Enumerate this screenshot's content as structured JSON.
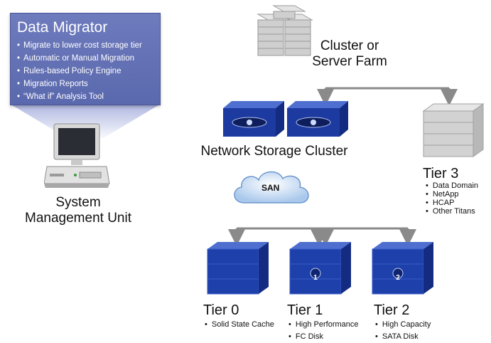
{
  "data_migrator": {
    "title": "Data Migrator",
    "features": [
      "Migrate to lower cost storage tier",
      "Automatic or Manual Migration",
      "Rules-based Policy Engine",
      "Migration Reports",
      "“What if” Analysis Tool"
    ]
  },
  "cluster": {
    "line1": "Cluster or",
    "line2": "Server Farm"
  },
  "network_storage": {
    "label": "Network Storage Cluster"
  },
  "san": {
    "label": "SAN"
  },
  "system_mgmt": {
    "line1": "System",
    "line2": "Management Unit"
  },
  "tier3": {
    "title": "Tier 3",
    "items": [
      "Data Domain",
      "NetApp",
      "HCAP",
      "Other Titans"
    ]
  },
  "tier0": {
    "title": "Tier 0",
    "items": [
      "Solid State Cache"
    ]
  },
  "tier1": {
    "title": "Tier 1",
    "items": [
      "High Performance",
      "FC Disk"
    ],
    "badge": "1"
  },
  "tier2": {
    "title": "Tier 2",
    "items": [
      "High Capacity",
      "SATA Disk"
    ],
    "badge": "2"
  },
  "colors": {
    "panel": "#5f6db2",
    "storage_blue": "#1f3fa8",
    "connector": "#8a8a8a"
  }
}
